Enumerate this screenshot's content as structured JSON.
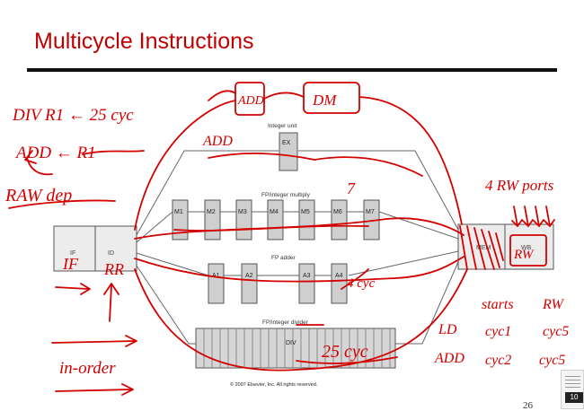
{
  "slide": {
    "title": "Multicycle Instructions",
    "page_number": "26",
    "copyright": "© 2007 Elsevier, Inc. All rights reserved.",
    "thumbnail_badge": "10"
  },
  "diagram": {
    "if_label": "IF",
    "id_label": "ID",
    "integer_unit_label": "Integer unit",
    "ex_label": "EX",
    "fp_multiply_label": "FP/integer multiply",
    "multiply_stages": [
      "M1",
      "M2",
      "M3",
      "M4",
      "M5",
      "M6",
      "M7"
    ],
    "fp_adder_label": "FP adder",
    "adder_stages": [
      "A1",
      "A2",
      "A3",
      "A4"
    ],
    "divider_label": "FP/integer divider",
    "div_label": "DIV",
    "mem_label": "MEM",
    "wb_label": "WB"
  },
  "annotations": {
    "div_r1": "DIV  R1 ← 25 cyc",
    "add_r1": "ADD  ← R1",
    "raw_dep": "RAW dep",
    "add_box": "ADD",
    "dm_box": "DM",
    "add_path": "ADD",
    "seven": "7",
    "four_cyc": "4 cyc",
    "twentyfive_cyc": "25 cyc",
    "rw_ports": "4 RW ports",
    "rw_box": "RW",
    "if_hand": "IF",
    "rr_hand": "RR",
    "in_order": "in-order",
    "table_headers": [
      "starts",
      "RW"
    ],
    "table_rows": [
      {
        "instr": "LD",
        "start": "cyc1",
        "rw": "cyc5"
      },
      {
        "instr": "ADD",
        "start": "cyc2",
        "rw": "cyc5"
      }
    ]
  },
  "colors": {
    "ink": "#d40000",
    "title": "#c00000",
    "stage_fill": "#cfcfcf",
    "stage_shade": "#9a9a9a"
  }
}
